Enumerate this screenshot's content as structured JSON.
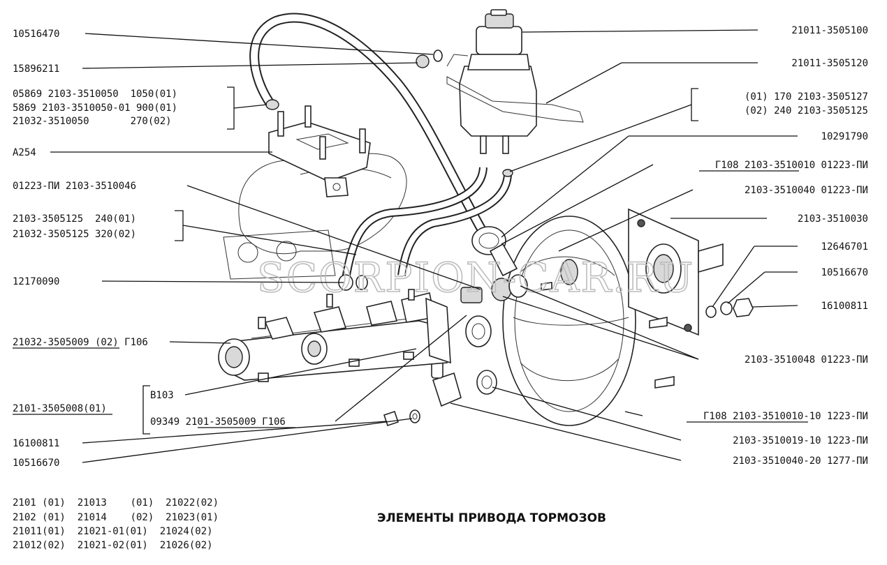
{
  "title": "ЭЛЕМЕНТЫ ПРИВОДА ТОРМОЗОВ",
  "watermark": "SCORPION-CAR.RU",
  "left_labels": {
    "p10516470_top": "10516470",
    "p15896211": "15896211",
    "hose_1": "05869 2103-3510050  1050(01)",
    "hose_2": "5869 2103-3510050-01 900(01)",
    "hose_3": "21032-3510050       270(02)",
    "pA254": "А254",
    "p3510046": "01223-ПИ 2103-3510046",
    "pipe_1": "2103-3505125  240(01)",
    "pipe_2": "21032-3505125 320(02)",
    "p12170090": "12170090",
    "p3505009": "21032-3505009 (02) Г106",
    "pB103": "В103",
    "p3505008": "2101-3505008(01)",
    "p09349": "09349 2101-3505009 Г106",
    "p16100811_bot": "16100811",
    "p10516670_bot": "10516670"
  },
  "right_labels": {
    "p3505100": "21011-3505100",
    "p3505120": "21011-3505120",
    "r127": "(01) 170 2103-3505127",
    "r125": "(02) 240 2103-3505125",
    "p10291790": "10291790",
    "p3510010": "Г108 2103-3510010 01223-ПИ",
    "p3510040": "2103-3510040 01223-ПИ",
    "p3510030": "2103-3510030",
    "p12646701": "12646701",
    "p10516670_r": "10516670",
    "p16100811_r": "16100811",
    "p3510048": "2103-3510048 01223-ПИ",
    "p3510010_10": "Г108 2103-3510010-10 1223-ПИ",
    "p3510019_10": "2103-3510019-10 1223-ПИ",
    "p3510040_20": "2103-3510040-20 1277-ПИ"
  },
  "models": {
    "line1": "2101 (01)  21013    (01)  21022(02)",
    "line2": "2102 (01)  21014    (02)  21023(01)",
    "line3": "21011(01)  21021-01(01)  21024(02)",
    "line4": "21012(02)  21021-02(01)  21026(02)"
  }
}
